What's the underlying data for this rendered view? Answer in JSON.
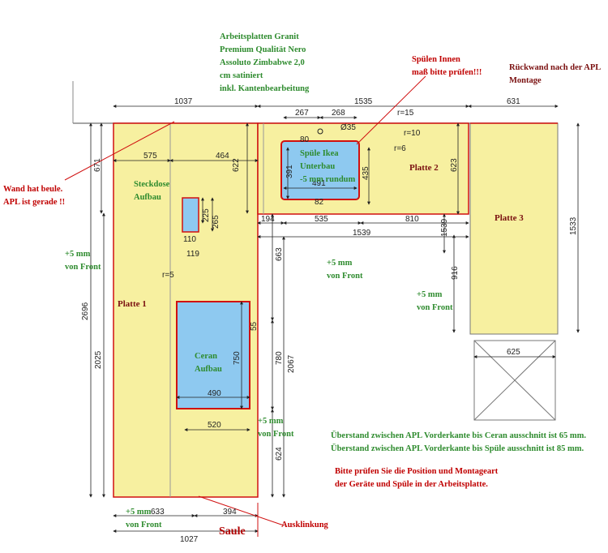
{
  "notes": {
    "material": [
      "Arbeitsplatten Granit",
      "Premium Qualität Nero",
      "Assoluto Zimbabwe 2,0",
      "cm satiniert",
      "inkl. Kantenbearbeitung"
    ],
    "sink_check": [
      "Spülen Innen",
      "maß bitte prüfen!!!"
    ],
    "backwall": [
      "Rückwand nach der APL",
      "Montage"
    ],
    "wall_bulge": [
      "Wand hat beule.",
      "APL ist gerade !!"
    ],
    "overhang": [
      "Überstand zwischen APL Vorderkante bis Ceran ausschnitt ist 65 mm.",
      "Überstand zwischen APL Vorderkante bis Spüle ausschnitt ist 85 mm."
    ],
    "check_position": [
      "Bitte prüfen Sie die Position und Montageart",
      "der Geräte und Spüle in der Arbeitsplatte."
    ],
    "front_left": [
      "+5 mm",
      "von Front"
    ],
    "front_center": [
      "+5 mm",
      "von Front"
    ],
    "front_right": [
      "+5 mm",
      "von Front"
    ],
    "front_lower": [
      "+5 mm",
      "von Front"
    ],
    "front_bottom_label": "+5 mm",
    "front_bottom_label2": "von Front",
    "ausklinkung": "Ausklinkung",
    "saule": "Saule"
  },
  "labels": {
    "platte1": "Platte 1",
    "platte2": "Platte 2",
    "platte3": "Platte 3",
    "steckdose": [
      "Steckdose",
      "Aufbau"
    ],
    "ceran": [
      "Ceran",
      "Aufbau"
    ],
    "spuele": [
      "Spüle Ikea",
      "Unterbau",
      "-5 mm rundum"
    ]
  },
  "dims": {
    "d1037": "1037",
    "d1535": "1535",
    "d631": "631",
    "d575": "575",
    "d464": "464",
    "d671": "671",
    "d622": "622",
    "d267": "267",
    "d268": "268",
    "d035": "Ø35",
    "r15": "r=15",
    "r10": "r=10",
    "r6": "r=6",
    "r5": "r=5",
    "d391": "391",
    "d435": "435",
    "d491": "491",
    "d623": "623",
    "d194": "194",
    "d535": "535",
    "d810": "810",
    "d1539a": "1539",
    "d1539b": "1539",
    "d1533": "1533",
    "d916": "916",
    "d625": "625",
    "d225": "225",
    "d265": "265",
    "d110": "110",
    "d119": "119",
    "d663": "663",
    "d2696": "2696",
    "d2025": "2025",
    "d2067": "2067",
    "d750": "750",
    "d490": "490",
    "d780": "780",
    "d520": "520",
    "d624": "624",
    "d633": "633",
    "d394": "394",
    "d1027": "1027",
    "d55": "55",
    "d80": "80",
    "d82": "82"
  },
  "colors": {
    "plate": "#f7f0a0",
    "cutout": "#8ec9f0",
    "outline": "#d01010",
    "dim": "#222222"
  }
}
